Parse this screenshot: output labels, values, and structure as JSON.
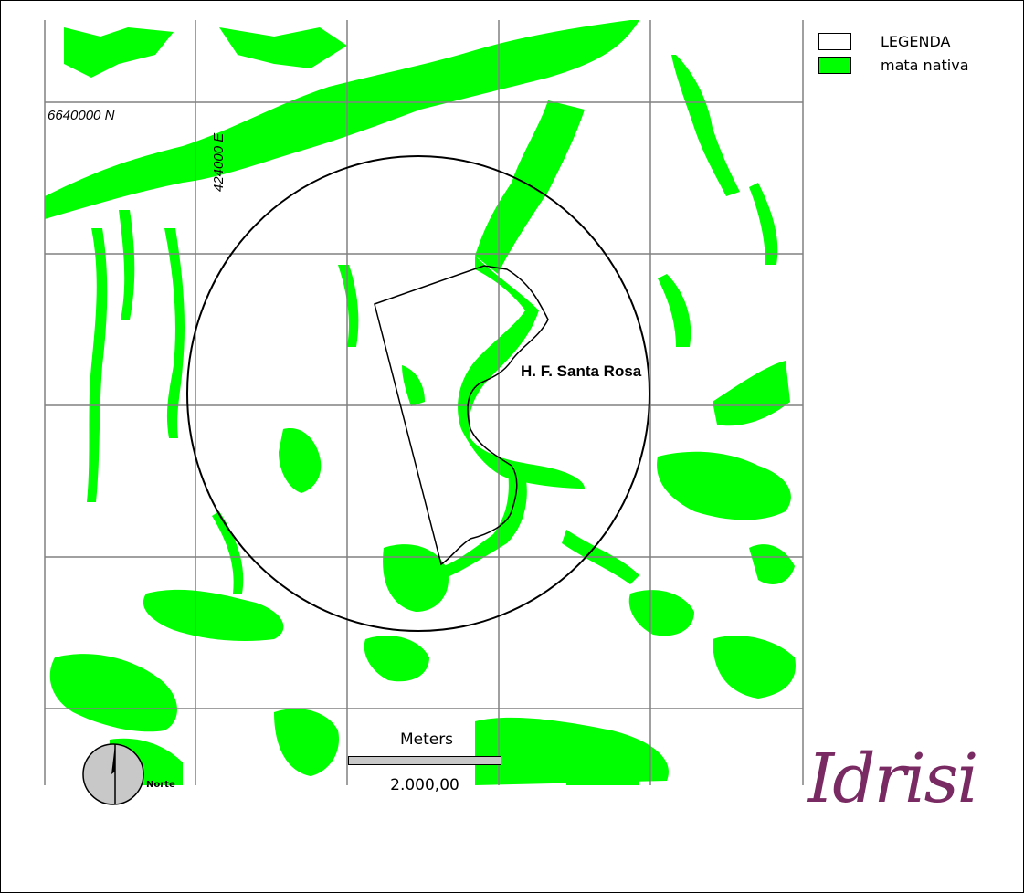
{
  "map": {
    "easting_label": "424000 E",
    "northing_label": "6640000 N",
    "place_label": "H. F. Santa Rosa",
    "colors": {
      "vegetation": "#00ff00",
      "grid": "#808080",
      "boundary": "#000000",
      "background": "#ffffff"
    }
  },
  "legend": {
    "items": [
      {
        "label": "LEGENDA",
        "color": "#ffffff"
      },
      {
        "label": "mata nativa",
        "color": "#00ff00"
      }
    ]
  },
  "scale_bar": {
    "title": "Meters",
    "value": "2.000,00"
  },
  "north_arrow": {
    "label": "Norte"
  },
  "logo": {
    "text": "Idrisi",
    "color": "#7a2a62"
  }
}
